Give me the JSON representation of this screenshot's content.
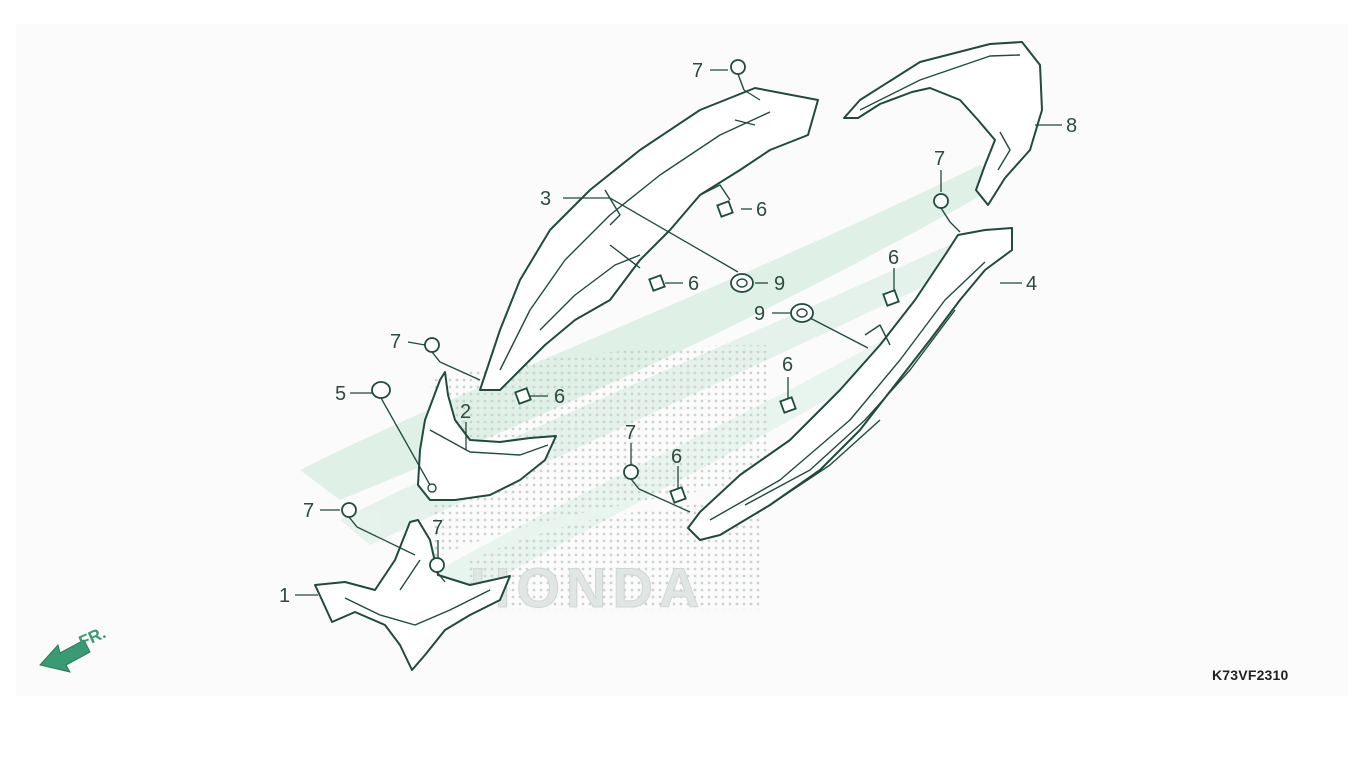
{
  "diagram_code": "K73VF2310",
  "front_indicator": {
    "label": "FR.",
    "icon": "front-arrow-icon",
    "color": "#3a9a74"
  },
  "watermark": {
    "brand_text": "HONDA",
    "color": "#d9ece3"
  },
  "colors": {
    "outline": "#1f4a3e",
    "callout_text": "#2d4a40",
    "accent": "#3a9a74"
  },
  "callouts": [
    {
      "id": "c1",
      "number": "1"
    },
    {
      "id": "c2",
      "number": "2"
    },
    {
      "id": "c3",
      "number": "3"
    },
    {
      "id": "c4",
      "number": "4"
    },
    {
      "id": "c5",
      "number": "5"
    },
    {
      "id": "c6a",
      "number": "6"
    },
    {
      "id": "c6b",
      "number": "6"
    },
    {
      "id": "c6c",
      "number": "6"
    },
    {
      "id": "c6d",
      "number": "6"
    },
    {
      "id": "c6e",
      "number": "6"
    },
    {
      "id": "c6f",
      "number": "6"
    },
    {
      "id": "c7a",
      "number": "7"
    },
    {
      "id": "c7b",
      "number": "7"
    },
    {
      "id": "c7c",
      "number": "7"
    },
    {
      "id": "c7d",
      "number": "7"
    },
    {
      "id": "c7e",
      "number": "7"
    },
    {
      "id": "c7f",
      "number": "7"
    },
    {
      "id": "c8",
      "number": "8"
    },
    {
      "id": "c9a",
      "number": "9"
    },
    {
      "id": "c9b",
      "number": "9"
    }
  ]
}
